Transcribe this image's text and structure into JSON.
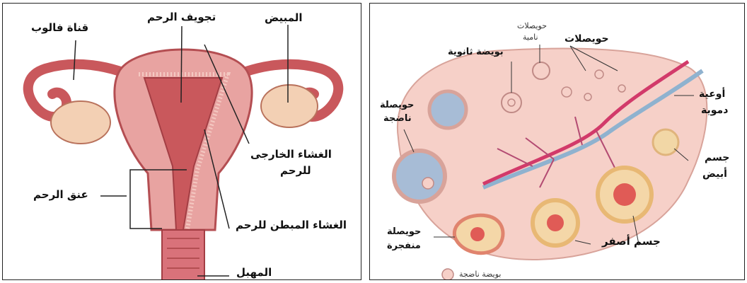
{
  "uterus_panel": {
    "labels": {
      "fallopian_tube": "قناة فالوب",
      "uterine_cavity": "تجويف الرحم",
      "ovary": "المبيض",
      "perimetrium_1": "الغشاء الخارجى",
      "perimetrium_2": "للرحم",
      "cervix": "عنق الرحم",
      "endometrium": "الغشاء المبطن للرحم",
      "vagina": "المهبل"
    }
  },
  "ovary_panel": {
    "labels": {
      "primary_follicles_1": "حويصلات",
      "primary_follicles_2": "نامية",
      "follicles": "حويصلات",
      "secondary_oocyte": "بويضة ثانوية",
      "mature_follicle_1": "حويصلة",
      "mature_follicle_2": "ناضجة",
      "blood_vessels_1": "أوعية",
      "blood_vessels_2": "دموية",
      "corpus_albicans_1": "جسم",
      "corpus_albicans_2": "أبيض",
      "ruptured_follicle_1": "حويصلة",
      "ruptured_follicle_2": "منفجرة",
      "corpus_luteum": "جسم أصفر",
      "mature_ovum": "بويضة ناضجة"
    }
  },
  "colors": {
    "tissue": "#e8a3a1",
    "tissue_dark": "#c9585c",
    "ovary_fill": "#f6d0c8",
    "vein": "#8fb2cf",
    "artery": "#d23a6a",
    "yellow_body": "#f2d7a6"
  }
}
